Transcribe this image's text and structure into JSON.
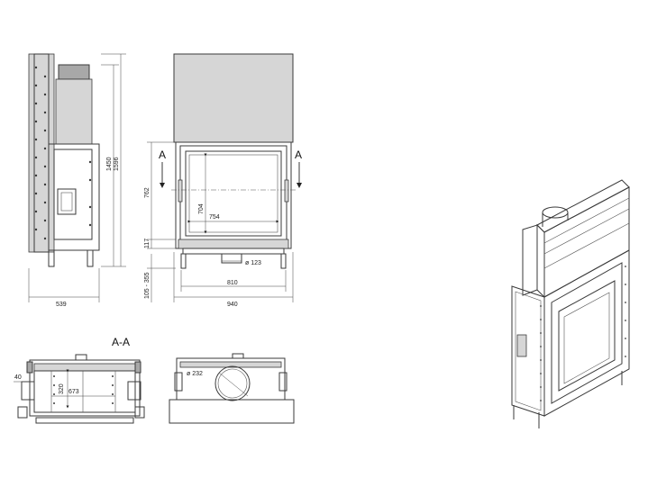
{
  "side_view": {
    "depth": "539",
    "height_total": "1596",
    "height_body": "1450"
  },
  "front_view": {
    "door_height": "762",
    "glass_height": "704",
    "glass_width": "754",
    "base_height": "117",
    "leg_height": "105 - 355",
    "flue_diameter": "ø 123",
    "width_inner": "810",
    "width_outer": "940",
    "section_left": "A",
    "section_right": "A"
  },
  "section_view": {
    "title": "A-A",
    "wall": "40",
    "depth": "320",
    "width": "673"
  },
  "top_view": {
    "flue_diameter": "ø 232"
  }
}
